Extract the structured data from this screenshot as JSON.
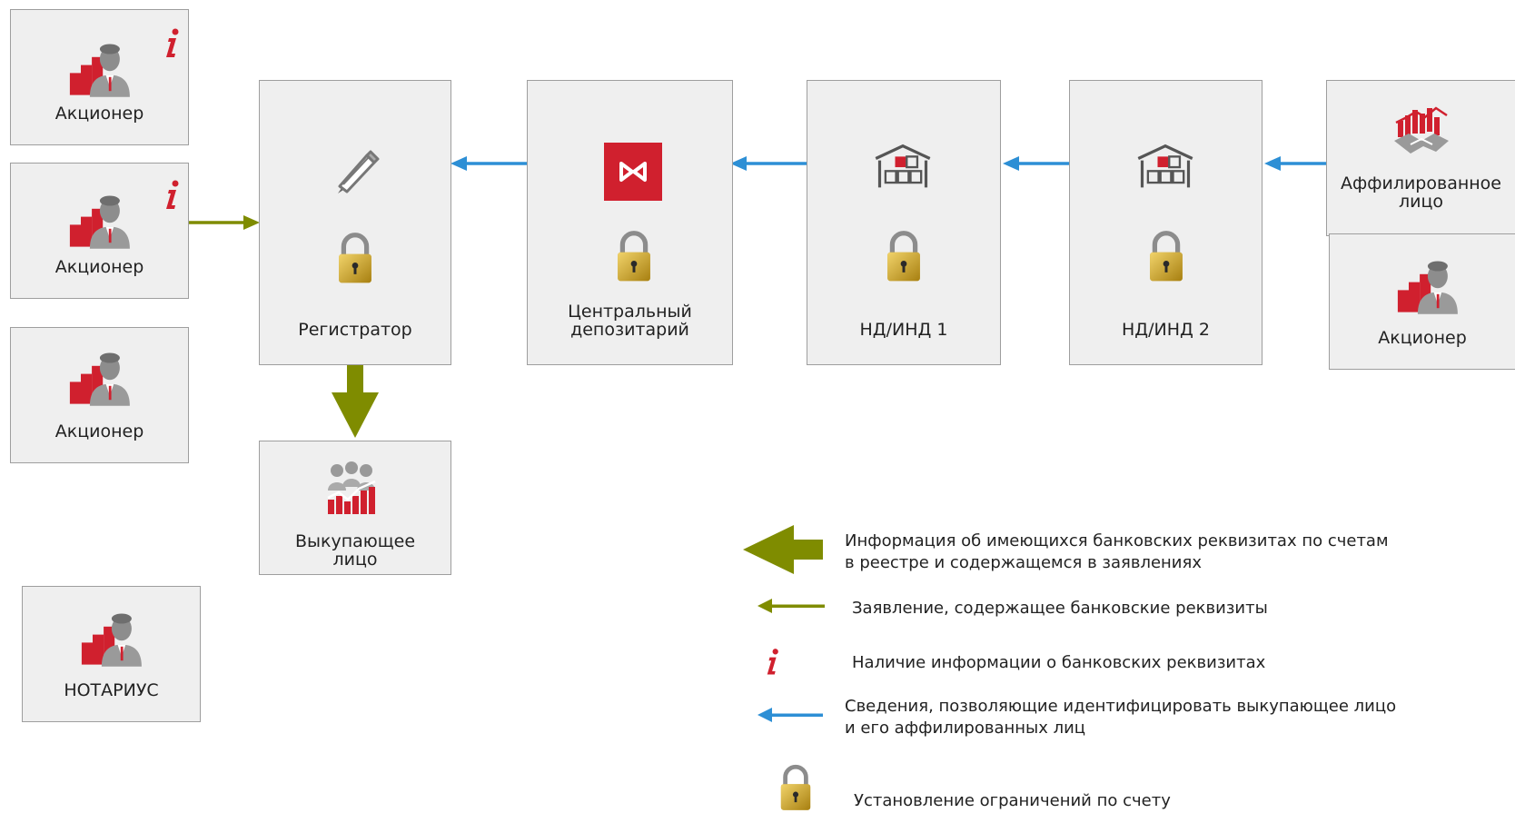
{
  "nodes": {
    "shareholder_1": "Акционер",
    "shareholder_2": "Акционер",
    "shareholder_3": "Акционер",
    "notary": "НОТАРИУС",
    "registrar": "Регистратор",
    "buyer": "Выкупающее лицо",
    "central_depository": "Центральный депозитарий",
    "nd_1": "НД/ИНД 1",
    "nd_2": "НД/ИНД 2",
    "affiliate": "Аффилированное лицо",
    "shareholder_right": "Акционер"
  },
  "legend": {
    "big_arrow": "Информация об имеющихся банковских реквизитах по счетам в реестре и содержащемся в заявлениях",
    "small_arrow": "Заявление, содержащее банковские реквизиты",
    "info": "Наличие информации о банковских реквизитах",
    "blue_arrow": "Сведения, позволяющие идентифицировать выкупающее лицо и его аффилированных лиц",
    "lock": "Установление ограничений по счету"
  },
  "colors": {
    "olive": "#7f8c00",
    "blue": "#2d8fd5",
    "red": "#d0202e",
    "gray": "#8a8a8a",
    "lock_gold": "#c9a227"
  },
  "icons": [
    "person-icon",
    "info-icon",
    "pencil-icon",
    "lock-icon",
    "moex-logo-icon",
    "warehouse-icon",
    "handshake-icon",
    "group-icon"
  ]
}
